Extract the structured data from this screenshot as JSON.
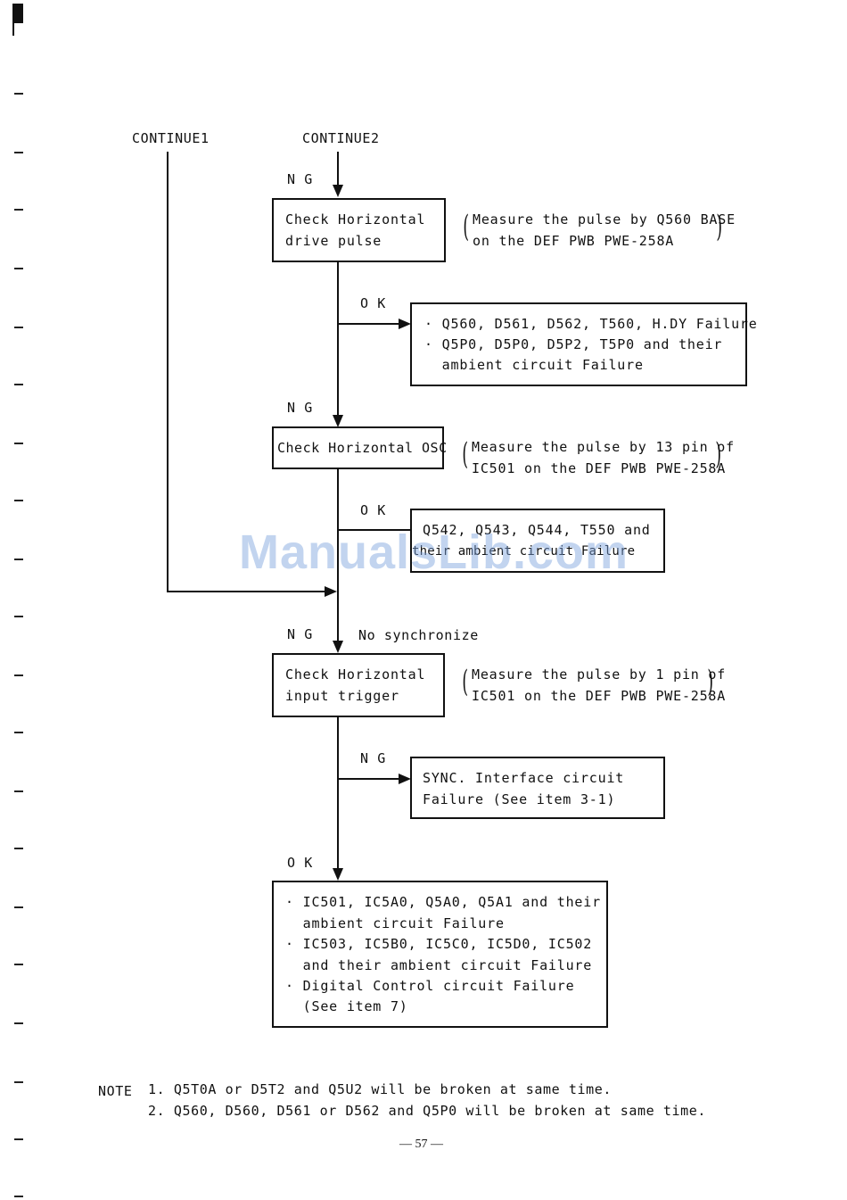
{
  "flow": {
    "continue1": "CONTINUE1",
    "continue2": "CONTINUE2",
    "ng1": "N G",
    "ok1": "O K",
    "ng2": "N G",
    "ok2": "O K",
    "ng3": "N G",
    "no_sync": "No synchronize",
    "ng4": "N G",
    "ok4": "O K"
  },
  "boxes": {
    "drive_pulse": [
      "Check Horizontal",
      "drive pulse"
    ],
    "osc": [
      "Check Horizontal OSC"
    ],
    "input_trigger": [
      "Check Horizontal",
      "input trigger"
    ],
    "failure1": [
      "· Q560, D561, D562, T560, H.DY Failure",
      "· Q5P0, D5P0, D5P2, T5P0 and their",
      "  ambient circuit Failure"
    ],
    "failure2": [
      "Q542, Q543, Q544, T550 and",
      "their ambient circuit Failure"
    ],
    "failure3": [
      "SYNC. Interface circuit",
      "Failure (See item 3-1)"
    ],
    "failure4": [
      "· IC501, IC5A0, Q5A0, Q5A1 and their",
      "  ambient circuit Failure",
      "· IC503, IC5B0, IC5C0, IC5D0, IC502",
      "  and their ambient circuit Failure",
      "· Digital Control circuit Failure",
      "  (See item 7)"
    ]
  },
  "notes": {
    "measure1": [
      "Measure the pulse by Q560 BASE",
      "on the DEF PWB PWE-258A"
    ],
    "measure2": [
      "Measure the pulse by 13 pin of",
      "IC501 on the DEF PWB PWE-258A"
    ],
    "measure3": [
      "Measure the pulse by 1 pin of",
      "IC501 on the DEF PWB PWE-258A"
    ]
  },
  "footer": {
    "note_label": "NOTE",
    "note1": "1. Q5T0A or D5T2 and Q5U2 will be broken at same time.",
    "note2": "2. Q560, D560, D561 or D562 and Q5P0 will be broken at same time.",
    "page": "— 57 —"
  },
  "watermark": "ManualsLib.com"
}
